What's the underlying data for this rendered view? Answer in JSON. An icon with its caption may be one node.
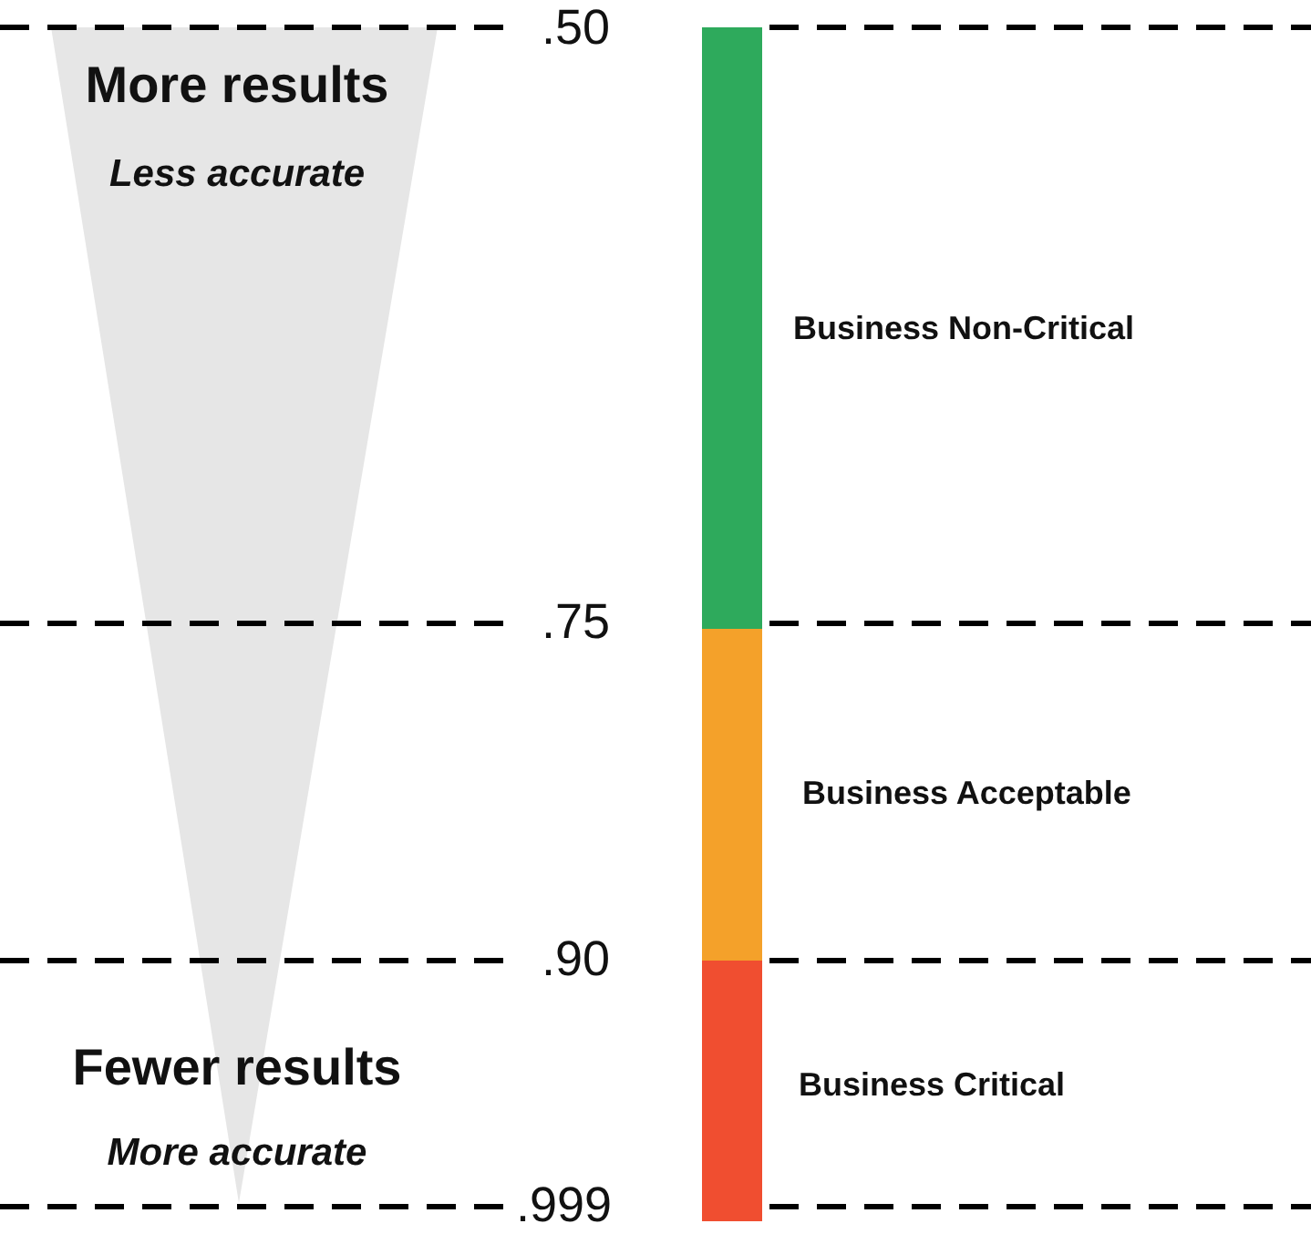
{
  "diagram": {
    "labels": [
      "More results",
      "Less accurate",
      ".50",
      ".75",
      ".90",
      "Fewer results",
      "More accurate",
      ".999"
    ],
    "legend": [
      {
        "text": "Business Non-Critical",
        "color": "#2eaa5c"
      },
      {
        "text": "Business Acceptable",
        "color": "#f4a12a"
      },
      {
        "text": "Business Critical",
        "color": "#f04e30"
      }
    ]
  }
}
